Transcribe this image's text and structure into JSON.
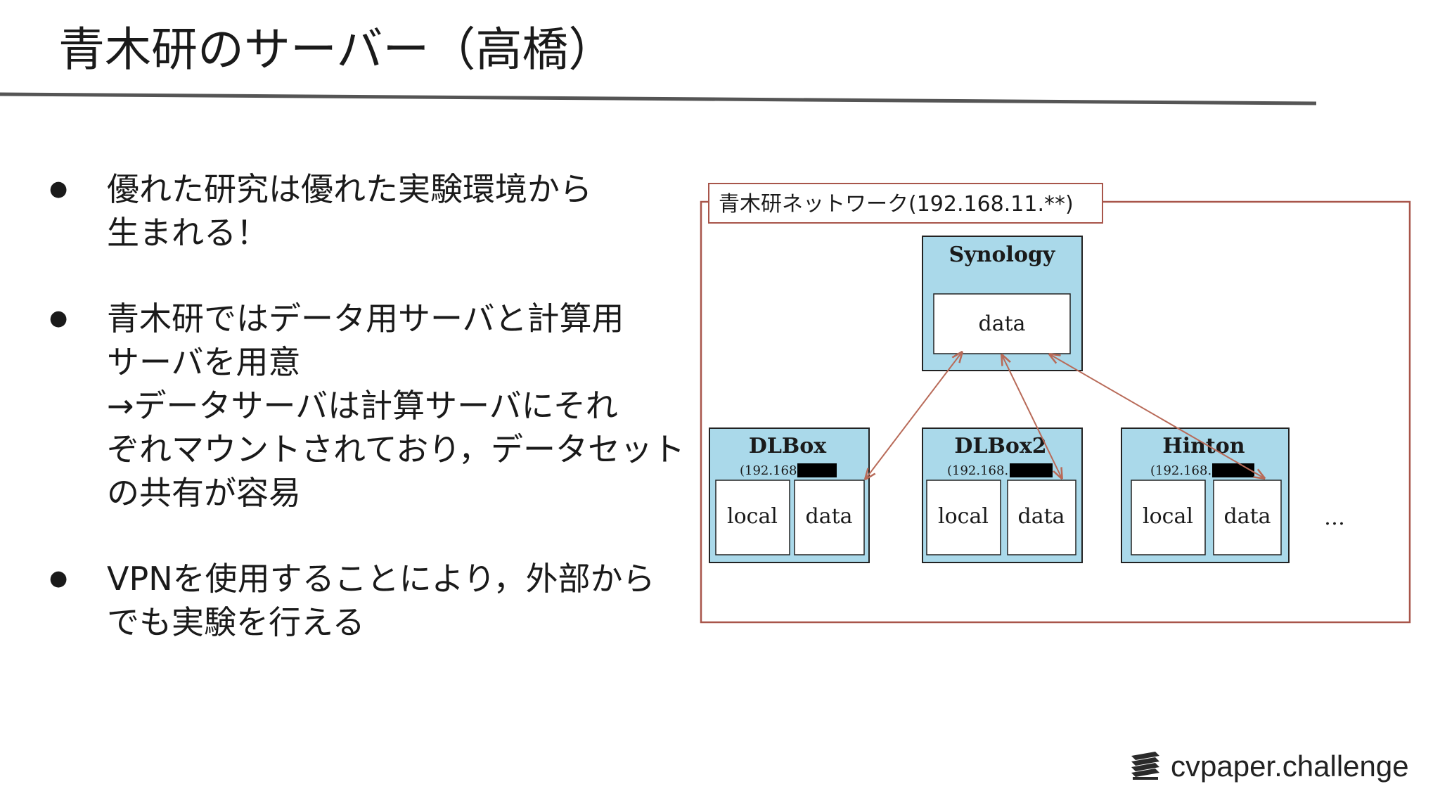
{
  "slide": {
    "title": "青木研のサーバー（高橋）"
  },
  "bullets": [
    {
      "lines": [
        "優れた研究は優れた実験環境から",
        "生まれる！"
      ]
    },
    {
      "lines": [
        "青木研ではデータ用サーバと計算用",
        "サーバを用意",
        "→データサーバは計算サーバにそれ",
        "ぞれマウントされており，データセット",
        "の共有が容易"
      ]
    },
    {
      "lines": [
        "VPNを使用することにより，外部から",
        "でも実験を行える"
      ]
    }
  ],
  "diagram": {
    "network_label": "青木研ネットワーク(192.168.11.**)",
    "storage": {
      "name": "Synology",
      "volume": "data"
    },
    "servers": [
      {
        "name": "DLBox",
        "ip": "(192.168.",
        "volumes": [
          "local",
          "data"
        ]
      },
      {
        "name": "DLBox2",
        "ip": "(192.168.",
        "volumes": [
          "local",
          "data"
        ]
      },
      {
        "name": "Hinton",
        "ip": "(192.168.",
        "volumes": [
          "local",
          "data"
        ]
      }
    ],
    "more": "…",
    "colors": {
      "box_fill": "#aad9ea",
      "frame": "#a8554a",
      "arrow": "#b86a58",
      "redaction": "#000000"
    }
  },
  "footer": {
    "logo_text": "cvpaper.challenge"
  }
}
